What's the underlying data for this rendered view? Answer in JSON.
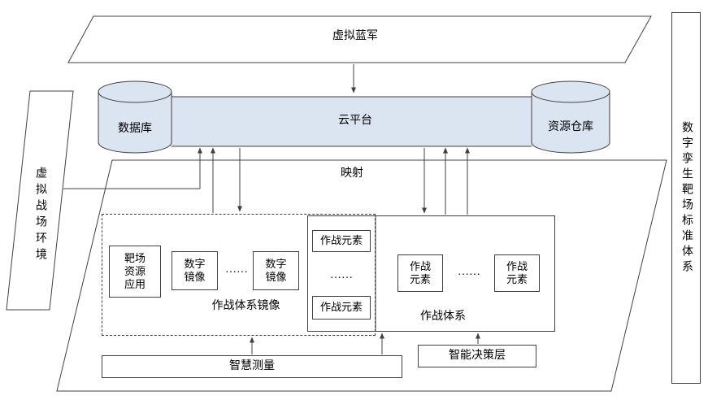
{
  "colors": {
    "pipe_fill": "#dbe5f1",
    "stroke": "#404040"
  },
  "top_banner": {
    "label": "虚拟蓝军"
  },
  "cloud": {
    "platform_label": "云平台",
    "database_label": "数据库",
    "repo_label": "资源仓库"
  },
  "left_panel": {
    "label": "虚拟战场环境"
  },
  "right_panel": {
    "label": "数字孪生靶场标准体系"
  },
  "mapping_label": "映射",
  "mirror_group": {
    "label": "作战体系镜像",
    "resource_app": "靶场资源应用",
    "mirror1": "数字镜像",
    "dots": "……",
    "mirror2": "数字镜像"
  },
  "combat_system": {
    "label": "作战体系",
    "column_top": "作战元素",
    "column_dots": "……",
    "column_bottom": "作战元素",
    "element1": "作战元素",
    "dots": "……",
    "element2": "作战元素"
  },
  "bottom": {
    "measurement": "智慧测量",
    "decision": "智能决策层"
  }
}
